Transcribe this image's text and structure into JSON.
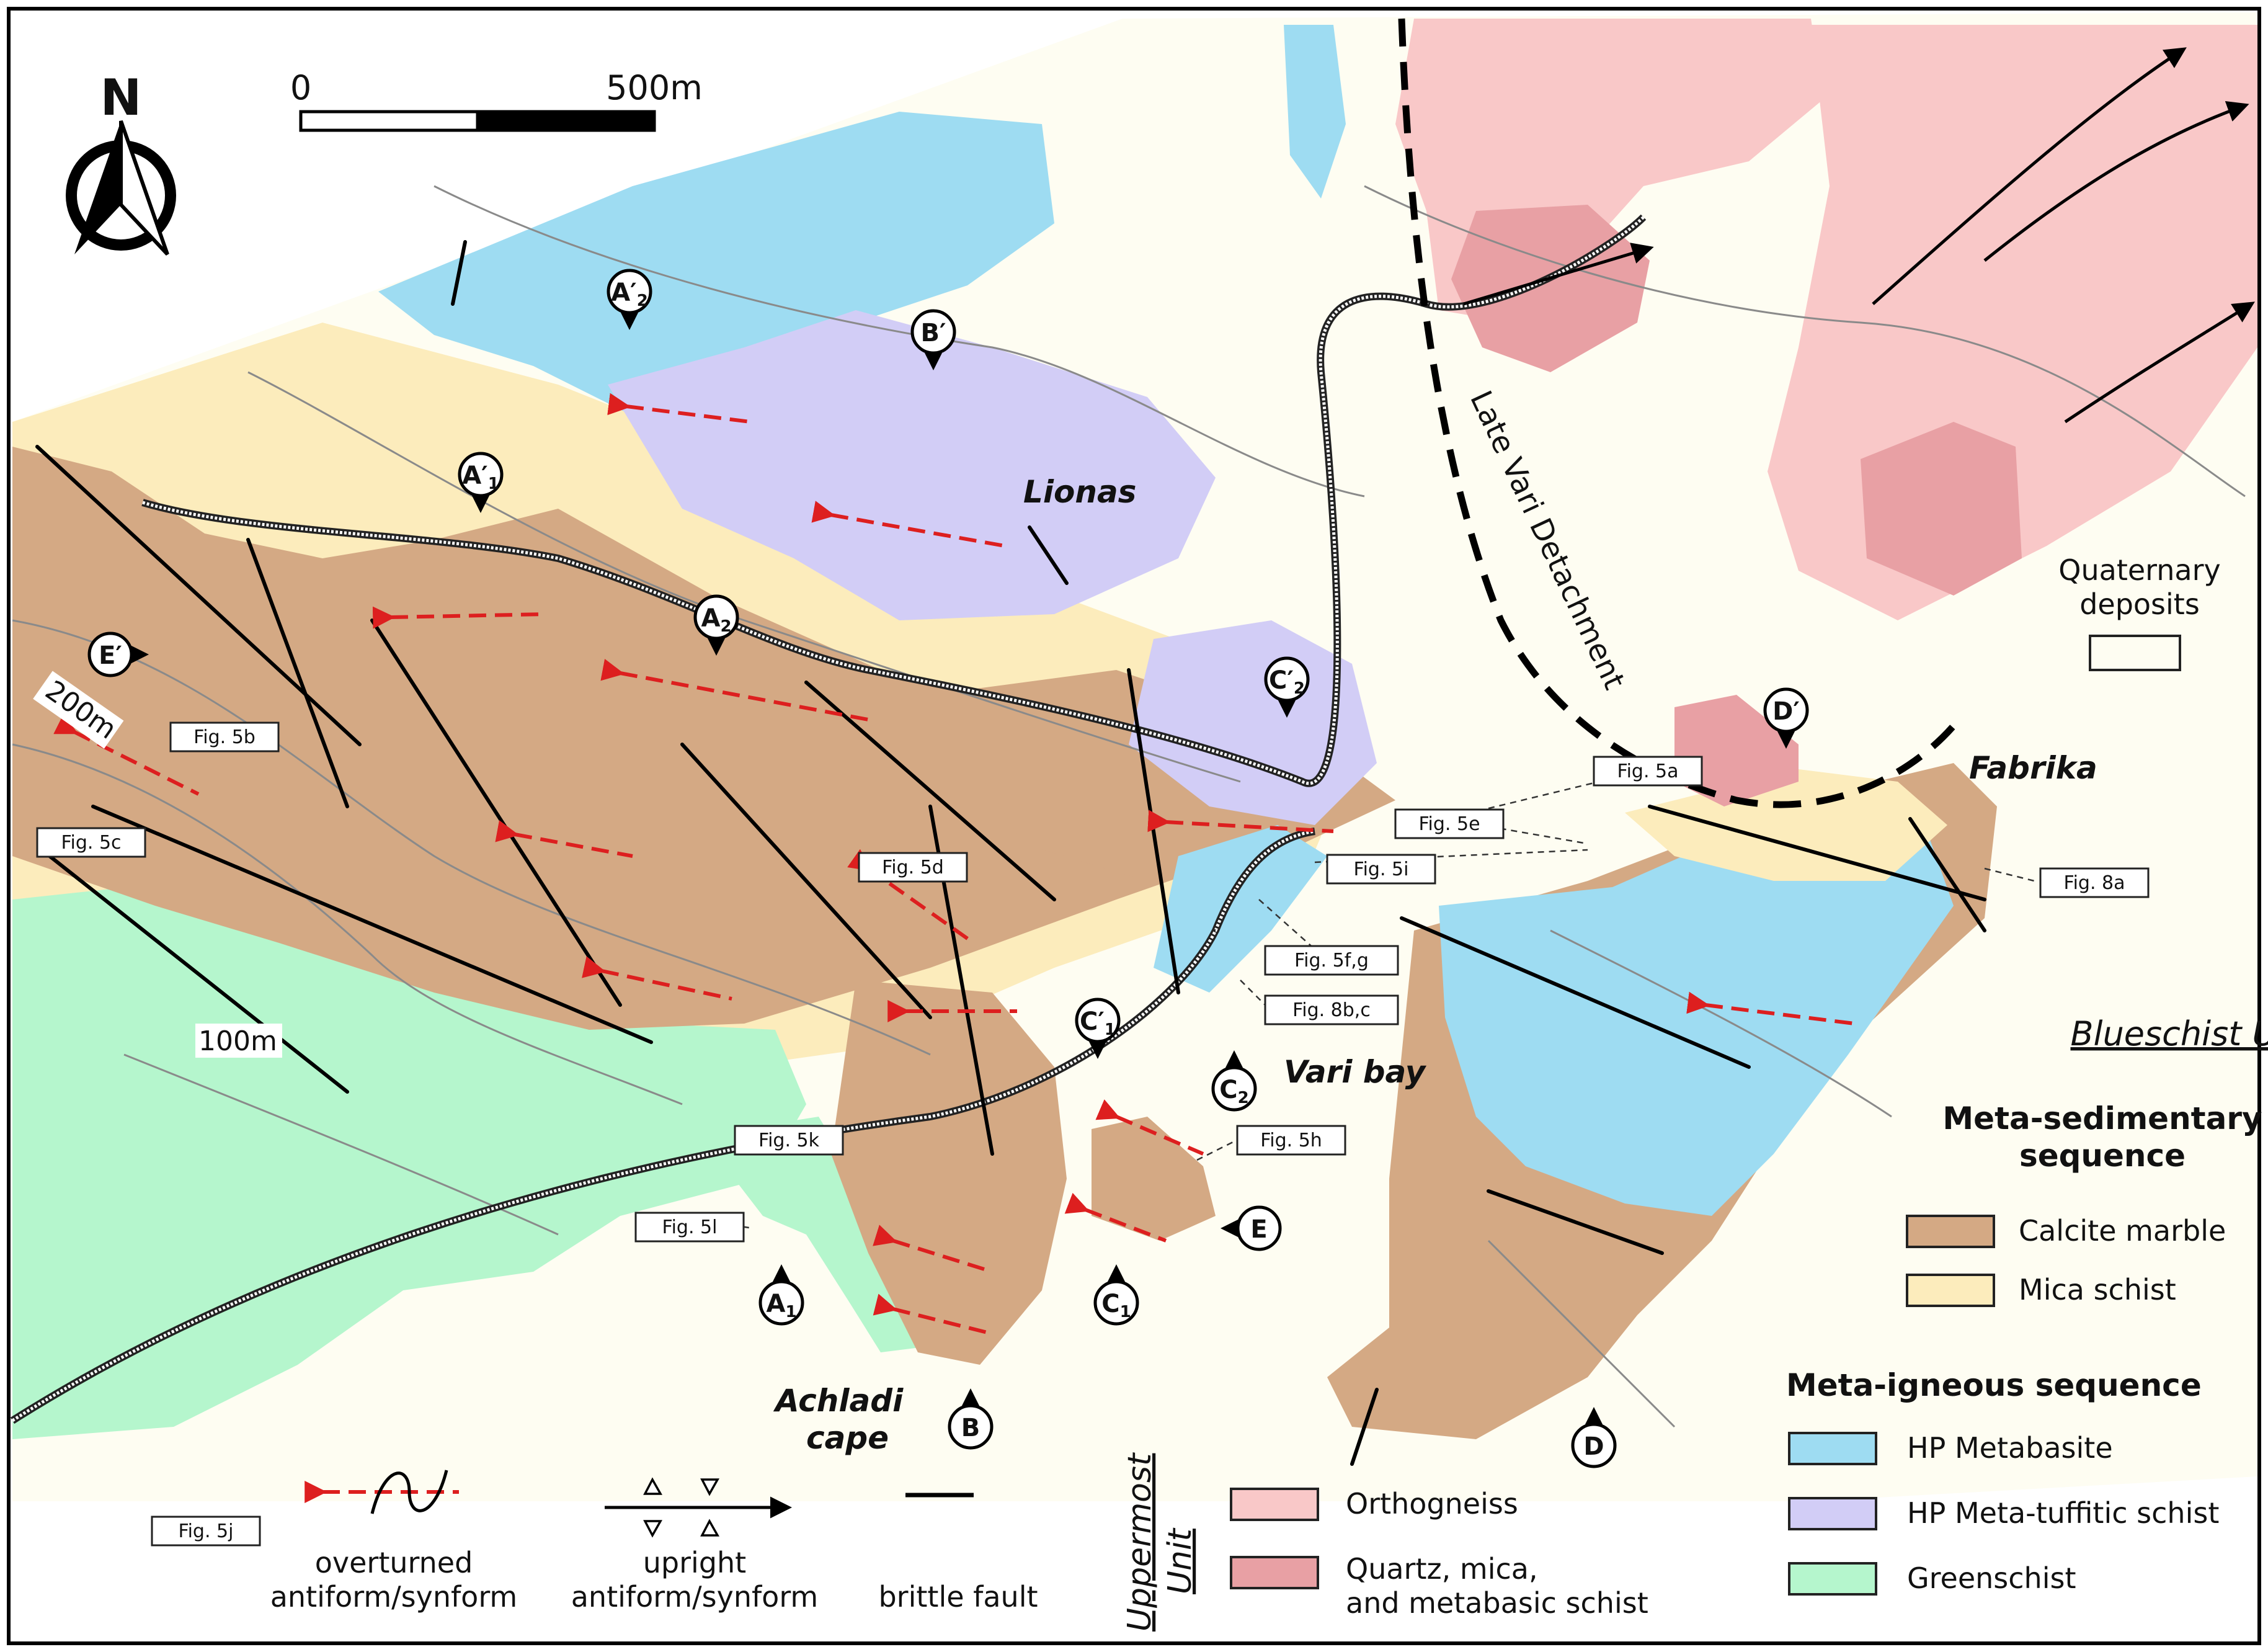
{
  "north": {
    "label": "N"
  },
  "scale": {
    "min_label": "0",
    "max_label": "500m"
  },
  "places": {
    "lionas": "Lionas",
    "vari_bay": "Vari bay",
    "achladi_line1": "Achladi",
    "achladi_line2": "cape",
    "fabrika": "Fabrika"
  },
  "contours": {
    "c200": "200m",
    "c100": "100m"
  },
  "detachment": {
    "label": "Late Vari Detachment"
  },
  "sections": {
    "A2p": {
      "main": "A",
      "sub": "2",
      "prime": "′"
    },
    "Bp": {
      "main": "B",
      "sub": "",
      "prime": "′"
    },
    "A1p": {
      "main": "A",
      "sub": "1",
      "prime": "′"
    },
    "A2": {
      "main": "A",
      "sub": "2",
      "prime": ""
    },
    "Ep": {
      "main": "E",
      "sub": "",
      "prime": "′"
    },
    "C2p": {
      "main": "C",
      "sub": "2",
      "prime": "′"
    },
    "Dp": {
      "main": "D",
      "sub": "",
      "prime": "′"
    },
    "C1p": {
      "main": "C",
      "sub": "1",
      "prime": "′"
    },
    "C2": {
      "main": "C",
      "sub": "2",
      "prime": ""
    },
    "E": {
      "main": "E",
      "sub": "",
      "prime": ""
    },
    "C1": {
      "main": "C",
      "sub": "1",
      "prime": ""
    },
    "A1": {
      "main": "A",
      "sub": "1",
      "prime": ""
    },
    "B": {
      "main": "B",
      "sub": "",
      "prime": ""
    },
    "D": {
      "main": "D",
      "sub": "",
      "prime": ""
    }
  },
  "figure_refs": {
    "f5a": "Fig. 5a",
    "f5b": "Fig. 5b",
    "f5c": "Fig. 5c",
    "f5d": "Fig. 5d",
    "f5e": "Fig. 5e",
    "f5i": "Fig. 5i",
    "f5fg": "Fig. 5f,g",
    "f8bc": "Fig. 8b,c",
    "f8a": "Fig. 8a",
    "f5h": "Fig. 5h",
    "f5k": "Fig. 5k",
    "f5l": "Fig. 5l",
    "f5j": "Fig. 5j"
  },
  "legend": {
    "quaternary_line1": "Quaternary",
    "quaternary_line2": "deposits",
    "blueschist_unit": "Blueschist Unit",
    "metased_line1": "Meta-sedimentary",
    "metased_line2": "sequence",
    "calcite_marble": "Calcite marble",
    "mica_schist": "Mica schist",
    "metaigneous": "Meta-igneous sequence",
    "hp_metabasite": "HP Metabasite",
    "hp_metatuffitic": "HP Meta-tuffitic schist",
    "greenschist": "Greenschist",
    "uppermost_line1": "Uppermost",
    "uppermost_line2": "Unit",
    "orthogneiss": "Orthogneiss",
    "qmm_line1": "Quartz, mica,",
    "qmm_line2": "and metabasic schist",
    "overturned_line1": "overturned",
    "overturned_line2": "antiform/synform",
    "upright_line1": "upright",
    "upright_line2": "antiform/synform",
    "brittle_fault": "brittle fault"
  },
  "colors": {
    "quaternary": "#fefdf2",
    "calcite_marble": "#d4a984",
    "mica_schist": "#fcecbc",
    "hp_metabasite": "#9edcf2",
    "hp_metatuffitic": "#d2cdf6",
    "greenschist": "#b5f6cd",
    "orthogneiss": "#f9c8c8",
    "qmm_schist": "#e8a0a4",
    "fold_arrow": "#dd1f1f"
  }
}
